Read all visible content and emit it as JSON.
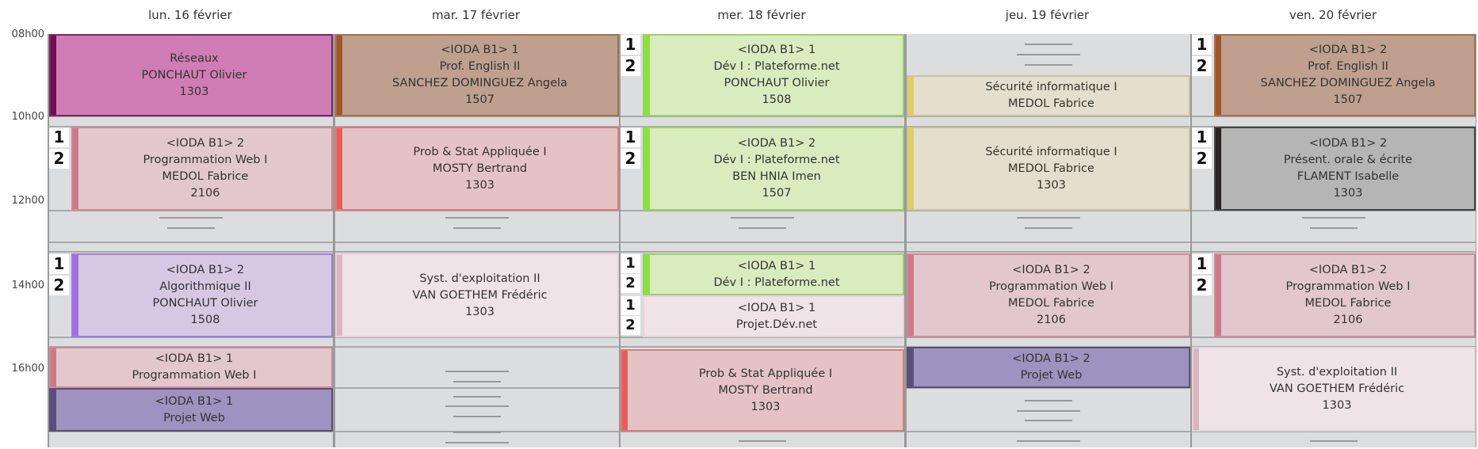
{
  "hours": [
    "08h00",
    "10h00",
    "12h00",
    "14h00",
    "16h00"
  ],
  "badge_labels": [
    "1",
    "2"
  ],
  "days": [
    {
      "label": "lun. 16 février",
      "events": [
        {
          "lines": [
            "Réseaux",
            "PONCHAUT Olivier",
            "1303"
          ],
          "bg": "#d17db5",
          "stripe": "#6e0f4e",
          "border": "#7a2766"
        },
        {
          "lines": [
            "<IODA B1> 2",
            "Programmation Web I",
            "MEDOL Fabrice",
            "2106"
          ],
          "bg": "#e2c8cd",
          "stripe": "#cc7a8a",
          "border": "#cc8a96"
        },
        {
          "lines": [
            "<IODA B1> 2",
            "Algorithmique II",
            "PONCHAUT Olivier",
            "1508"
          ],
          "bg": "#d6c8e2",
          "stripe": "#a36ee0",
          "border": "#9d7ed8"
        },
        {
          "lines": [
            "<IODA B1> 1",
            "Programmation Web I"
          ],
          "bg": "#e2c8cd",
          "stripe": "#cc7a8a",
          "border": "#cc8a96"
        },
        {
          "lines": [
            "<IODA B1> 1",
            "Projet Web"
          ],
          "bg": "#9d92c0",
          "stripe": "#5a4f7a",
          "border": "#5a4f7a"
        }
      ]
    },
    {
      "label": "mar. 17 février",
      "events": [
        {
          "lines": [
            "<IODA B1> 1",
            "Prof. English II",
            "SANCHEZ DOMINGUEZ Angela",
            "1507"
          ],
          "bg": "#bfa08f",
          "stripe": "#a0562a",
          "border": "#a0704f"
        },
        {
          "lines": [
            "Prob & Stat Appliquée I",
            "MOSTY Bertrand",
            "1303"
          ],
          "bg": "#e5c3c5",
          "stripe": "#e85c5c",
          "border": "#e07a7a"
        },
        {
          "lines": [
            "Syst. d'exploitation II",
            "VAN GOETHEM Frédéric",
            "1303"
          ],
          "bg": "#f0e3e8",
          "stripe": "#dbb5c0",
          "border": "#e6d3da"
        }
      ]
    },
    {
      "label": "mer. 18 février",
      "events": [
        {
          "lines": [
            "<IODA B1> 1",
            "Dév I : Plateforme.net",
            "PONCHAUT Olivier",
            "1508"
          ],
          "bg": "#d9ecc0",
          "stripe": "#8ce03a",
          "border": "#9ccf6a"
        },
        {
          "lines": [
            "<IODA B1> 2",
            "Dév I : Plateforme.net",
            "BEN HNIA Imen",
            "1507"
          ],
          "bg": "#d9ecc0",
          "stripe": "#8ce03a",
          "border": "#9ccf6a"
        },
        {
          "lines": [
            "<IODA B1> 1",
            "Dév I : Plateforme.net"
          ],
          "bg": "#d9ecc0",
          "stripe": "#8ce03a",
          "border": "#9ccf6a"
        },
        {
          "lines": [
            "<IODA B1> 1",
            "Projet.Dév.net"
          ],
          "bg": "#f0e3e8",
          "stripe": "#f0e3e8",
          "border": "#e6d3da"
        },
        {
          "lines": [
            "Prob & Stat Appliquée I",
            "MOSTY Bertrand",
            "1303"
          ],
          "bg": "#e5c3c5",
          "stripe": "#e85c5c",
          "border": "#e07a7a"
        }
      ]
    },
    {
      "label": "jeu. 19 février",
      "events": [
        {
          "lines": [
            "Sécurité informatique I",
            "MEDOL Fabrice"
          ],
          "bg": "#e3dfcc",
          "stripe": "#e0cd66",
          "border": "#c9c29a"
        },
        {
          "lines": [
            "Sécurité informatique I",
            "MEDOL Fabrice",
            "1303"
          ],
          "bg": "#e3dfcc",
          "stripe": "#e0cd66",
          "border": "#c9c29a"
        },
        {
          "lines": [
            "<IODA B1> 2",
            "Programmation Web I",
            "MEDOL Fabrice",
            "2106"
          ],
          "bg": "#e2c8cd",
          "stripe": "#cc7a8a",
          "border": "#cc8a96"
        },
        {
          "lines": [
            "<IODA B1> 2",
            "Projet Web"
          ],
          "bg": "#9d92c0",
          "stripe": "#5a4f7a",
          "border": "#5a4f7a"
        }
      ]
    },
    {
      "label": "ven. 20 février",
      "events": [
        {
          "lines": [
            "<IODA B1> 2",
            "Prof. English II",
            "SANCHEZ DOMINGUEZ Angela",
            "1507"
          ],
          "bg": "#bfa08f",
          "stripe": "#a0562a",
          "border": "#a0704f"
        },
        {
          "lines": [
            "<IODA B1> 2",
            "Présent. orale & écrite",
            "FLAMENT Isabelle",
            "1303"
          ],
          "bg": "#b5b5b5",
          "stripe": "#2a2424",
          "border": "#444"
        },
        {
          "lines": [
            "<IODA B1> 2",
            "Programmation Web I",
            "MEDOL Fabrice",
            "2106"
          ],
          "bg": "#e2c8cd",
          "stripe": "#cc7a8a",
          "border": "#cc8a96"
        },
        {
          "lines": [
            "Syst. d'exploitation II",
            "VAN GOETHEM Frédéric",
            "1303"
          ],
          "bg": "#f0e3e8",
          "stripe": "#dbb5c0",
          "border": "#e6d3da"
        }
      ]
    }
  ]
}
